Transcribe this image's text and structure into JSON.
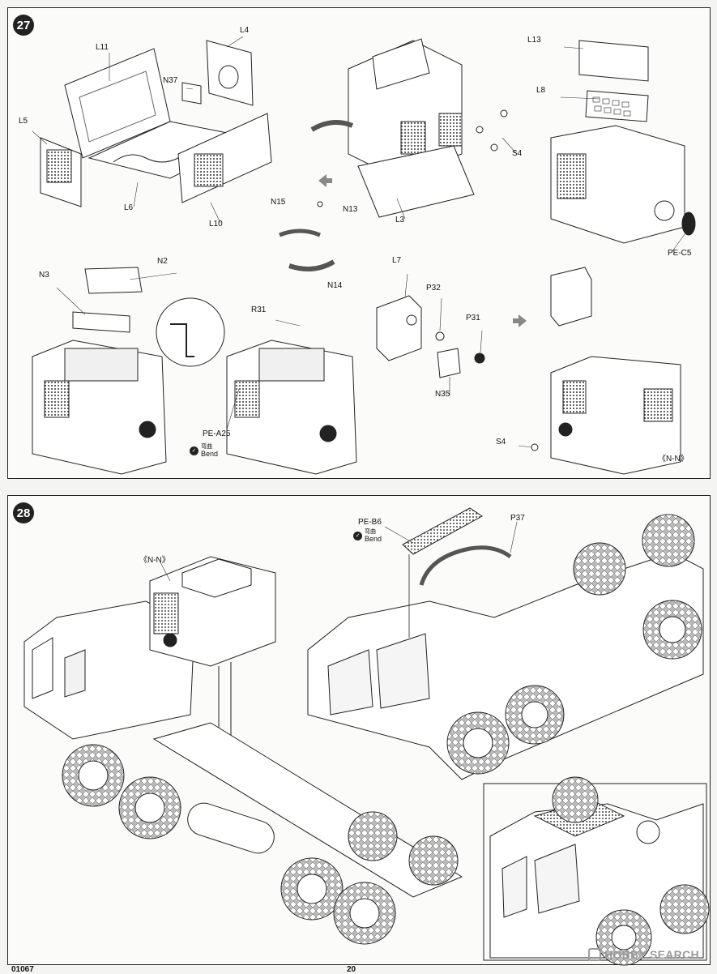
{
  "steps": {
    "s27": {
      "number": "27"
    },
    "s28": {
      "number": "28"
    }
  },
  "step27_labels": {
    "L11": "L11",
    "L4": "L4",
    "N37": "N37",
    "L5": "L5",
    "L6": "L6",
    "L10": "L10",
    "N15": "N15",
    "N13": "N13",
    "N14": "N14",
    "L3": "L3",
    "S4_top": "S4",
    "L13": "L13",
    "L8": "L8",
    "PE_C5": "PE-C5",
    "N2": "N2",
    "N3": "N3",
    "R31": "R31",
    "PE_A25": "PE-A25",
    "bend_cn": "弯曲",
    "bend_en": "Bend",
    "L7": "L7",
    "P32": "P32",
    "P31": "P31",
    "N35": "N35",
    "S4_bottom": "S4",
    "NN": "《N-N》"
  },
  "step28_labels": {
    "NN": "《N-N》",
    "PE_B6": "PE-B6",
    "P37": "P37",
    "bend_cn": "弯曲",
    "bend_en": "Bend"
  },
  "footer": {
    "code": "01067",
    "page": "20"
  },
  "watermark": {
    "text": "HOBBY SEARCH"
  },
  "icons": [
    "bend-icon",
    "direction-arrow-icon",
    "step-number-badge"
  ]
}
